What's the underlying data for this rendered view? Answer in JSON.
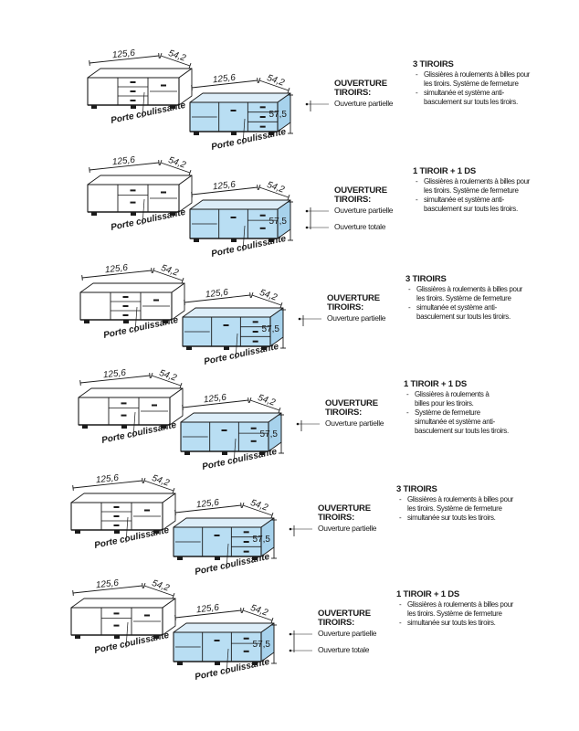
{
  "rows": [
    {
      "dims": {
        "width": "125,6",
        "depth": "54,2",
        "height": "57,5"
      },
      "sliding_label": "Porte coulissante",
      "opening_title": [
        "OUVERTURE",
        "TIROIRS:"
      ],
      "opening_items": [
        "Ouverture partielle"
      ],
      "spec_title": "3 TIROIRS",
      "spec_lines": [
        {
          "text": "Glissières à roulements à billes pour",
          "dash": true
        },
        {
          "text": "les tiroirs. Système de fermeture",
          "dash": false
        },
        {
          "text": "simultanée et système anti-",
          "dash": true
        },
        {
          "text": "basculement sur touts les tiroirs.",
          "dash": false
        }
      ]
    },
    {
      "dims": {
        "width": "125,6",
        "depth": "54,2",
        "height": "57,5"
      },
      "sliding_label": "Porte coulissante",
      "opening_title": [
        "OUVERTURE",
        "TIROIRS:"
      ],
      "opening_items": [
        "Ouverture partielle",
        "Ouverture totale"
      ],
      "spec_title": "1 TIROIR + 1 DS",
      "spec_lines": [
        {
          "text": "Glissières à roulements à billes pour",
          "dash": true
        },
        {
          "text": "les tiroirs. Système de fermeture",
          "dash": false
        },
        {
          "text": "simultanée et système anti-",
          "dash": true
        },
        {
          "text": "basculement sur touts les tiroirs.",
          "dash": false
        }
      ]
    },
    {
      "dims": {
        "width": "125,6",
        "depth": "54,2",
        "height": "57,5"
      },
      "sliding_label": "Porte coulissante",
      "opening_title": [
        "OUVERTURE",
        "TIROIRS:"
      ],
      "opening_items": [
        "Ouverture partielle"
      ],
      "spec_title": "3 TIROIRS",
      "spec_lines": [
        {
          "text": "Glissières à roulements à billes pour",
          "dash": true
        },
        {
          "text": "les tiroirs. Système de fermeture",
          "dash": false
        },
        {
          "text": "simultanée et système anti-",
          "dash": true
        },
        {
          "text": "basculement sur touts les tiroirs.",
          "dash": false
        }
      ]
    },
    {
      "dims": {
        "width": "125,6",
        "depth": "54,2",
        "height": "57,5"
      },
      "sliding_label": "Porte coulissante",
      "opening_title": [
        "OUVERTURE",
        "TIROIRS:"
      ],
      "opening_items": [
        "Ouverture partielle"
      ],
      "spec_title": "1 TIROIR + 1 DS",
      "spec_lines": [
        {
          "text": "Glissières à roulements à",
          "dash": true
        },
        {
          "text": "billes pour les tiroirs.",
          "dash": false
        },
        {
          "text": "Système de fermeture",
          "dash": true
        },
        {
          "text": "simultanée et système anti-",
          "dash": false
        },
        {
          "text": "basculement sur touts les tiroirs.",
          "dash": false
        }
      ]
    },
    {
      "dims": {
        "width": "125,6",
        "depth": "54,2",
        "height": "57,5"
      },
      "sliding_label": "Porte coulissante",
      "opening_title": [
        "OUVERTURE",
        "TIROIRS:"
      ],
      "opening_items": [
        "Ouverture partielle"
      ],
      "spec_title": "3 TIROIRS",
      "spec_lines": [
        {
          "text": "Glissières à roulements à billes pour",
          "dash": true
        },
        {
          "text": "les tiroirs. Système de fermeture",
          "dash": false
        },
        {
          "text": "simultanée sur touts les tiroirs.",
          "dash": true
        }
      ]
    },
    {
      "dims": {
        "width": "125,6",
        "depth": "54,2",
        "height": "57,5"
      },
      "sliding_label": "Porte coulissante",
      "opening_title": [
        "OUVERTURE",
        "TIROIRS:"
      ],
      "opening_items": [
        "Ouverture partielle",
        "Ouverture totale"
      ],
      "spec_title": "1 TIROIR + 1 DS",
      "spec_lines": [
        {
          "text": "Glissières à roulements à billes pour",
          "dash": true
        },
        {
          "text": "les tiroirs. Système de fermeture",
          "dash": false
        },
        {
          "text": "simultanée sur touts les tiroirs.",
          "dash": true
        }
      ]
    }
  ]
}
